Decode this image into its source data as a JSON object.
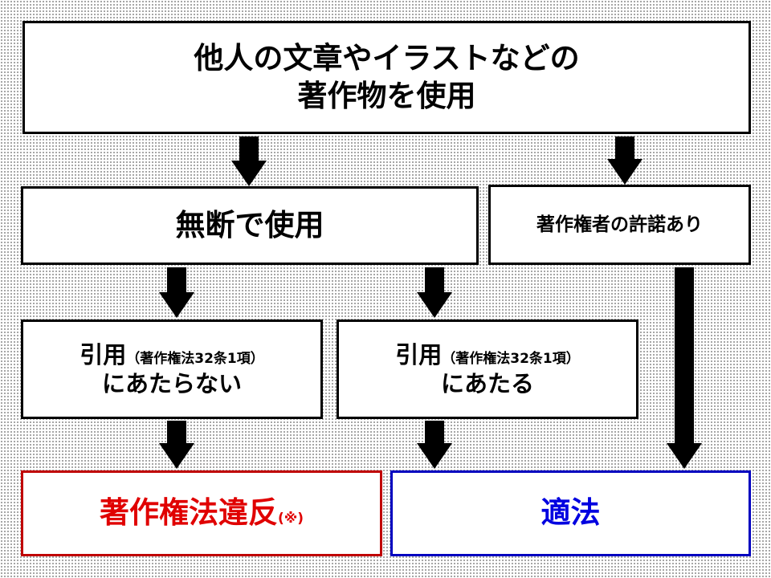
{
  "top_box": {
    "line1": "他人の文章やイラストなどの",
    "line2": "著作物を使用"
  },
  "unauthorized_box": {
    "label": "無断で使用"
  },
  "permission_box": {
    "label": "著作権者の許諾あり"
  },
  "not_quote_box": {
    "prefix": "引用",
    "note": "（著作権法32条1項）",
    "line2": "にあたらない"
  },
  "quote_box": {
    "prefix": "引用",
    "note": "（著作権法32条1項）",
    "line2": "にあたる"
  },
  "violation_box": {
    "label": "著作権法違反",
    "note": "(※)",
    "color": "#e00000"
  },
  "legal_box": {
    "label": "適法",
    "color": "#0000e0"
  }
}
